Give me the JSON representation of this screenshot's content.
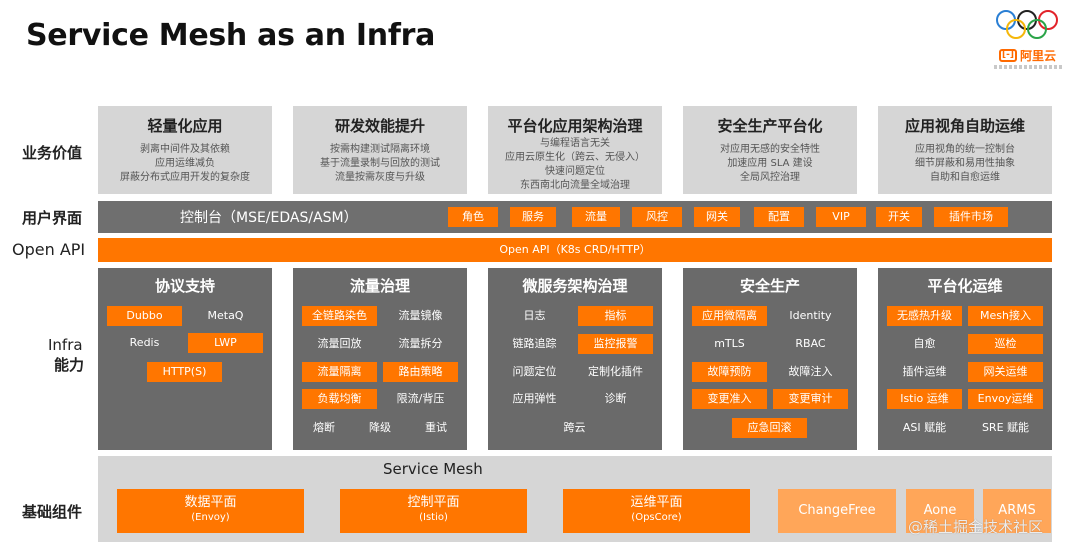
{
  "title": "Service Mesh as an Infra",
  "logo": {
    "brand": "阿里云",
    "icon_text": "[-]"
  },
  "row_labels": {
    "business_value": "业务价值",
    "user_interface": "用户界面",
    "open_api": "Open API",
    "infra_line1": "Infra",
    "infra_line2": "能力",
    "base": "基础组件"
  },
  "value_cards": [
    {
      "title": "轻量化应用",
      "lines": [
        "剥离中间件及其依赖",
        "应用运维减负",
        "屏蔽分布式应用开发的复杂度"
      ]
    },
    {
      "title": "研发效能提升",
      "lines": [
        "按需构建测试隔离环境",
        "基于流量录制与回放的测试",
        "流量按需灰度与升级"
      ]
    },
    {
      "title": "平台化应用架构治理",
      "lines": [
        "与编程语言无关",
        "应用云原生化（跨云、无侵入）",
        "快速问题定位",
        "东西南北向流量全域治理"
      ]
    },
    {
      "title": "安全生产平台化",
      "lines": [
        "对应用无感的安全特性",
        "加速应用 SLA 建设",
        "全局风控治理"
      ]
    },
    {
      "title": "应用视角自助运维",
      "lines": [
        "应用视角的统一控制台",
        "细节屏蔽和易用性抽象",
        "自助和自愈运维"
      ]
    }
  ],
  "ui_bar": {
    "title": "控制台（MSE/EDAS/ASM）",
    "chips": [
      {
        "label": "角色",
        "highlight": false
      },
      {
        "label": "服务",
        "highlight": true
      },
      {
        "label": "流量",
        "highlight": false
      },
      {
        "label": "风控",
        "highlight": false
      },
      {
        "label": "网关",
        "highlight": true
      },
      {
        "label": "配置",
        "highlight": false
      },
      {
        "label": "VIP",
        "highlight": false
      },
      {
        "label": "开关",
        "highlight": true
      },
      {
        "label": "插件市场",
        "highlight": false
      }
    ]
  },
  "open_api_bar": "Open API（K8s CRD/HTTP）",
  "infra_columns": [
    {
      "title": "协议支持",
      "items": [
        {
          "label": "Dubbo",
          "highlight": true
        },
        {
          "label": "MetaQ",
          "highlight": false
        },
        {
          "label": "Redis",
          "highlight": false
        },
        {
          "label": "LWP",
          "highlight": true
        },
        {
          "label": "HTTP(S)",
          "highlight": true
        }
      ]
    },
    {
      "title": "流量治理",
      "items": [
        {
          "label": "全链路染色",
          "highlight": true
        },
        {
          "label": "流量镜像",
          "highlight": false
        },
        {
          "label": "流量回放",
          "highlight": false
        },
        {
          "label": "流量拆分",
          "highlight": false
        },
        {
          "label": "流量隔离",
          "highlight": true
        },
        {
          "label": "路由策略",
          "highlight": true
        },
        {
          "label": "负载均衡",
          "highlight": true
        },
        {
          "label": "限流/背压",
          "highlight": false
        },
        {
          "label": "熔断",
          "highlight": false
        },
        {
          "label": "降级",
          "highlight": false
        },
        {
          "label": "重试",
          "highlight": false
        }
      ]
    },
    {
      "title": "微服务架构治理",
      "items": [
        {
          "label": "日志",
          "highlight": false
        },
        {
          "label": "指标",
          "highlight": true
        },
        {
          "label": "链路追踪",
          "highlight": false
        },
        {
          "label": "监控报警",
          "highlight": true
        },
        {
          "label": "问题定位",
          "highlight": false
        },
        {
          "label": "定制化插件",
          "highlight": false
        },
        {
          "label": "应用弹性",
          "highlight": false
        },
        {
          "label": "诊断",
          "highlight": false
        },
        {
          "label": "跨云",
          "highlight": false
        }
      ]
    },
    {
      "title": "安全生产",
      "items": [
        {
          "label": "应用微隔离",
          "highlight": true
        },
        {
          "label": "Identity",
          "highlight": false
        },
        {
          "label": "mTLS",
          "highlight": false
        },
        {
          "label": "RBAC",
          "highlight": false
        },
        {
          "label": "故障预防",
          "highlight": true
        },
        {
          "label": "故障注入",
          "highlight": false
        },
        {
          "label": "变更准入",
          "highlight": true
        },
        {
          "label": "变更审计",
          "highlight": true
        },
        {
          "label": "应急回滚",
          "highlight": true
        }
      ]
    },
    {
      "title": "平台化运维",
      "items": [
        {
          "label": "无感热升级",
          "highlight": true
        },
        {
          "label": "Mesh接入",
          "highlight": true
        },
        {
          "label": "自愈",
          "highlight": false
        },
        {
          "label": "巡检",
          "highlight": true
        },
        {
          "label": "插件运维",
          "highlight": false
        },
        {
          "label": "网关运维",
          "highlight": true
        },
        {
          "label": "Istio 运维",
          "highlight": true
        },
        {
          "label": "Envoy运维",
          "highlight": true
        },
        {
          "label": "ASI 赋能",
          "highlight": false
        },
        {
          "label": "SRE 赋能",
          "highlight": false
        }
      ]
    }
  ],
  "base": {
    "service_mesh_label": "Service Mesh",
    "planes": [
      {
        "title": "数据平面",
        "sub": "(Envoy)"
      },
      {
        "title": "控制平面",
        "sub": "(Istio)"
      },
      {
        "title": "运维平面",
        "sub": "(OpsCore)"
      }
    ],
    "external": [
      "ChangeFree",
      "Aone",
      "ARMS"
    ]
  },
  "watermark": "@稀土掘金技术社区",
  "colors": {
    "accent": "#ff7600",
    "dark_panel": "#6a6a6a",
    "light_panel": "#d6d6d6",
    "soft_accent": "#ffa659"
  }
}
